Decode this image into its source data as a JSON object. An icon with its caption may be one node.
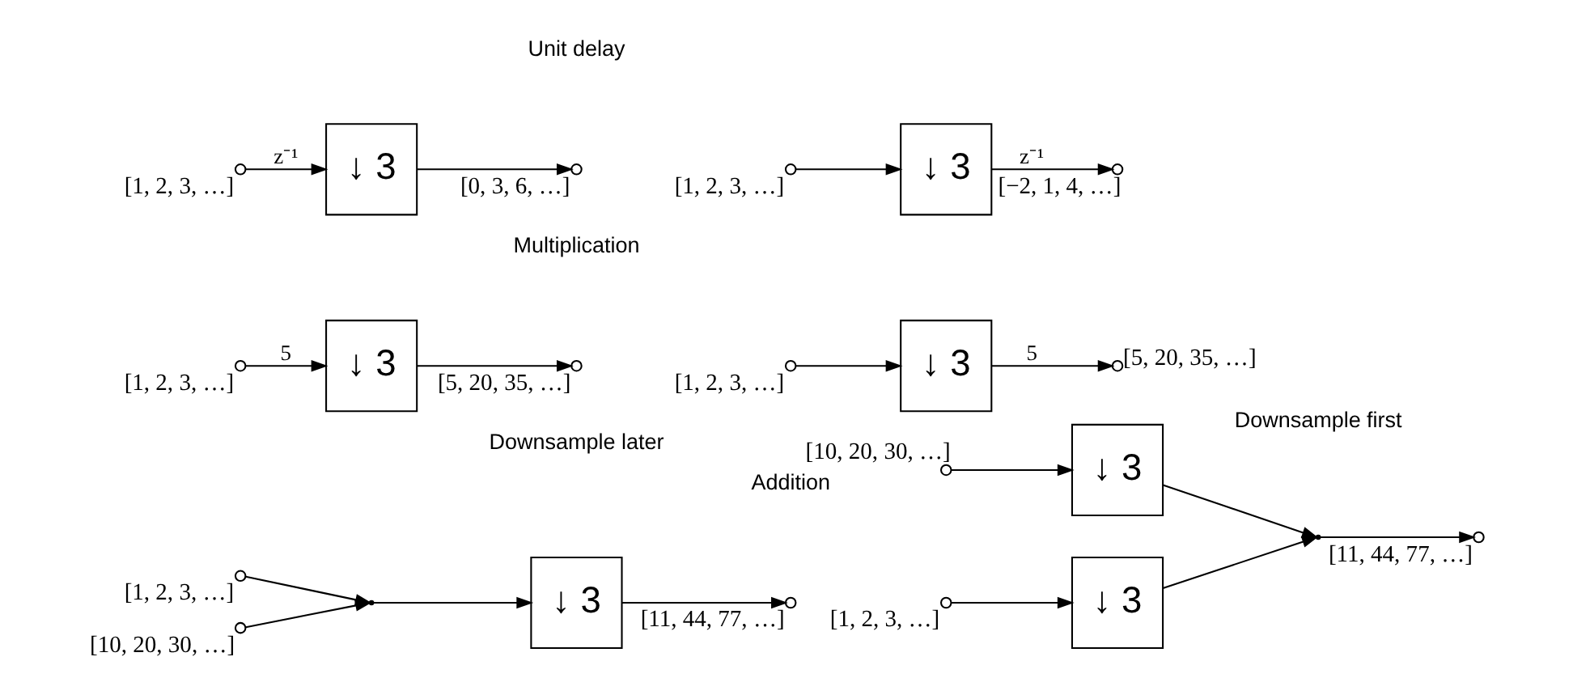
{
  "diagram": {
    "nodes": [
      {
        "text": [],
        "shape": "circle",
        "beside": [
          "[1, 2, 3, …]"
        ]
      },
      {
        "text": [],
        "shape": "circle",
        "beside": [
          "[10, 20, 30, …]"
        ]
      },
      {
        "text": [],
        "shape": "point"
      },
      {
        "text": [
          "↓ 3"
        ]
      },
      {
        "text": [],
        "shape": "circle",
        "beside": [
          "[11, 44, 77, …]"
        ]
      },
      {
        "text": [],
        "shape": "circle",
        "beside": [
          "[1, 2, 3, …]"
        ]
      },
      {
        "text": [
          "↓ 3"
        ]
      },
      {
        "text": [],
        "shape": "circle",
        "beside": [
          "[10, 20, 30, …]"
        ]
      },
      {
        "text": [
          "↓ 3"
        ]
      },
      {
        "text": [],
        "shape": "point"
      },
      {
        "text": [],
        "shape": "circle",
        "beside": [
          "[11, 44, 77, …]"
        ]
      },
      {
        "text": [],
        "shape": "circle",
        "beside": [
          "[1, 2, 3, …]"
        ]
      },
      {
        "text": [
          "↓ 3"
        ]
      },
      {
        "text": [],
        "shape": "circle",
        "beside": [
          "[5, 20, 35, …]"
        ]
      },
      {
        "text": [],
        "shape": "circle",
        "beside": [
          "[1, 2, 3, …]"
        ]
      },
      {
        "text": [
          "↓ 3"
        ]
      },
      {
        "text": [],
        "shape": "circle",
        "beside": [
          "[5, 20, 35, …]"
        ]
      },
      {
        "text": [],
        "shape": "circle",
        "beside": [
          "[1, 2, 3, …]"
        ]
      },
      {
        "text": [
          "↓ 3"
        ]
      },
      {
        "text": [],
        "shape": "circle",
        "beside": [
          "[0, 3, 6, …]"
        ]
      },
      {
        "text": [],
        "shape": "circle",
        "beside": [
          "[1, 2, 3, …]"
        ]
      },
      {
        "text": [
          "↓ 3"
        ]
      },
      {
        "text": [],
        "shape": "circle",
        "beside": [
          "[−2, 1, 4, …]"
        ]
      }
    ],
    "edges": [
      {
        "from": 0,
        "to": 2,
        "arrow": "to"
      },
      {
        "from": 1,
        "to": 2,
        "arrow": "to"
      },
      {
        "from": 2,
        "to": 3,
        "arrow": "to"
      },
      {
        "from": 3,
        "to": 4,
        "arrow": "to"
      },
      {
        "from": 5,
        "to": 6,
        "arrow": "to"
      },
      {
        "from": 7,
        "to": 8,
        "arrow": "to"
      },
      {
        "from": 6,
        "to": 9,
        "arrow": "to"
      },
      {
        "from": 8,
        "to": 9,
        "arrow": "to"
      },
      {
        "from": 9,
        "to": 10,
        "arrow": "to"
      },
      {
        "from": 11,
        "to": 12,
        "arrow": "to",
        "label": "5"
      },
      {
        "from": 12,
        "to": 13,
        "arrow": "to"
      },
      {
        "from": 14,
        "to": 15,
        "arrow": "to"
      },
      {
        "from": 15,
        "to": 16,
        "arrow": "to",
        "label": "5"
      },
      {
        "from": 17,
        "to": 18,
        "arrow": "to",
        "label": "z⁻¹"
      },
      {
        "from": 18,
        "to": 19,
        "arrow": "to"
      },
      {
        "from": 20,
        "to": 21,
        "arrow": "to"
      },
      {
        "from": 21,
        "to": 22,
        "arrow": "to",
        "label": "z⁻¹"
      }
    ],
    "labels": [
      "Downsample later",
      "Downsample first",
      "Addition",
      "Multiplication",
      "Unit delay"
    ]
  }
}
